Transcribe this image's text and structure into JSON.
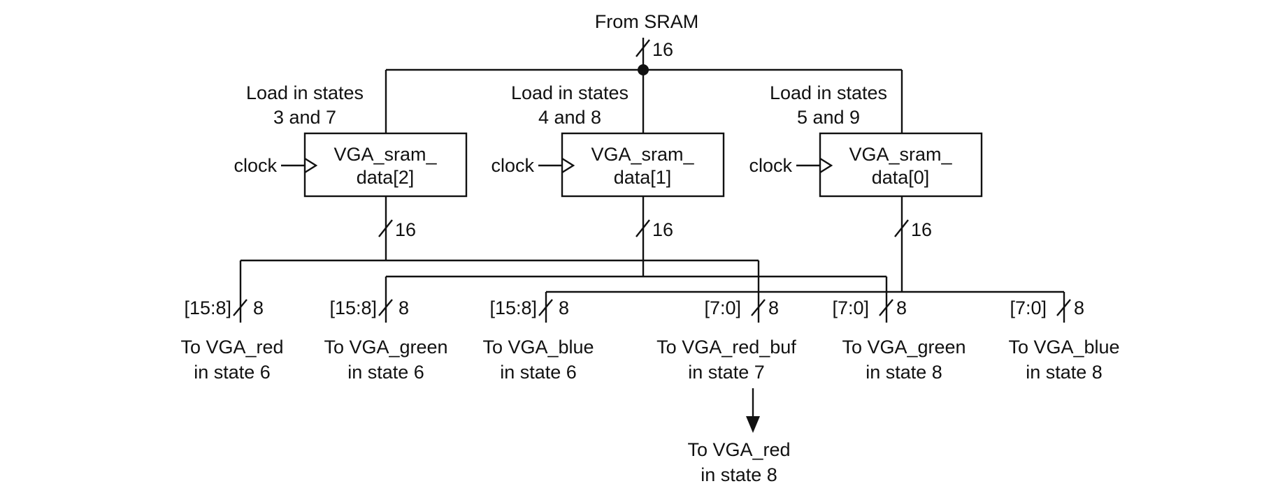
{
  "source": {
    "label": "From SRAM",
    "width": "16"
  },
  "registers": [
    {
      "name_line1": "VGA_sram_",
      "name_line2": "data[2]",
      "load_line1": "Load in states",
      "load_line2": "3 and 7",
      "clock": "clock",
      "out_width": "16"
    },
    {
      "name_line1": "VGA_sram_",
      "name_line2": "data[1]",
      "load_line1": "Load in states",
      "load_line2": "4 and 8",
      "clock": "clock",
      "out_width": "16"
    },
    {
      "name_line1": "VGA_sram_",
      "name_line2": "data[0]",
      "load_line1": "Load in states",
      "load_line2": "5 and 9",
      "clock": "clock",
      "out_width": "16"
    }
  ],
  "outputs": [
    {
      "bits": "[15:8]",
      "width": "8",
      "line1": "To VGA_red",
      "line2": "in state 6"
    },
    {
      "bits": "[15:8]",
      "width": "8",
      "line1": "To VGA_green",
      "line2": "in state 6"
    },
    {
      "bits": "[15:8]",
      "width": "8",
      "line1": "To VGA_blue",
      "line2": "in state 6"
    },
    {
      "bits": "[7:0]",
      "width": "8",
      "line1": "To VGA_red_buf",
      "line2": "in state 7"
    },
    {
      "bits": "[7:0]",
      "width": "8",
      "line1": "To VGA_green",
      "line2": "in state 8"
    },
    {
      "bits": "[7:0]",
      "width": "8",
      "line1": "To VGA_blue",
      "line2": "in state 8"
    }
  ],
  "buffer_destination": {
    "line1": "To VGA_red",
    "line2": "in state 8"
  }
}
